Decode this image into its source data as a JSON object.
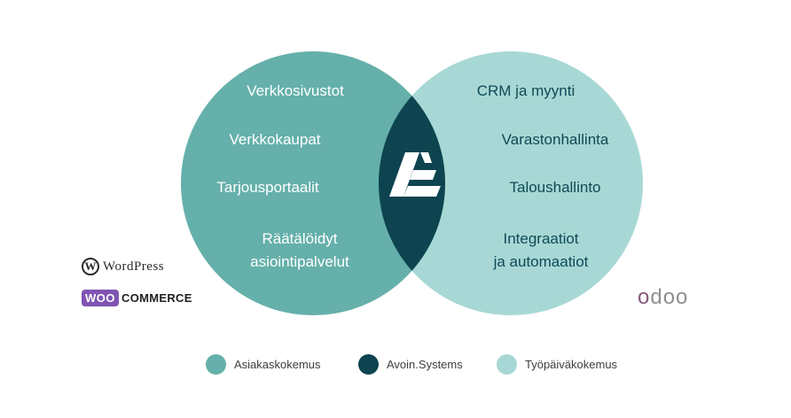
{
  "left_circle": {
    "color": "#65b0aa",
    "items": [
      "Verkkosivustot",
      "Verkkokaupat",
      "Tarjousportaalit",
      "Räätälöidyt",
      "asiointipalvelut"
    ]
  },
  "right_circle": {
    "color": "#a8d8d5",
    "items": [
      "CRM ja myynti",
      "Varastonhallinta",
      "Taloushallinto",
      "Integraatiot",
      "ja automaatiot"
    ]
  },
  "intersection": {
    "color": "#0d4450",
    "logo": "avoin-systems-logo"
  },
  "legend": [
    {
      "label": "Asiakaskokemus",
      "color": "#65b0aa"
    },
    {
      "label": "Avoin.Systems",
      "color": "#0d4450"
    },
    {
      "label": "Työpäiväkokemus",
      "color": "#a8d8d5"
    }
  ],
  "brands": {
    "wordpress": {
      "mark": "W",
      "text": "WordPress"
    },
    "woocommerce": {
      "badge": "WOO",
      "text": "COMMERCE",
      "color": "#7f54b3"
    },
    "odoo": {
      "text_first": "o",
      "text_rest": "doo",
      "color": "#875a7b"
    }
  }
}
